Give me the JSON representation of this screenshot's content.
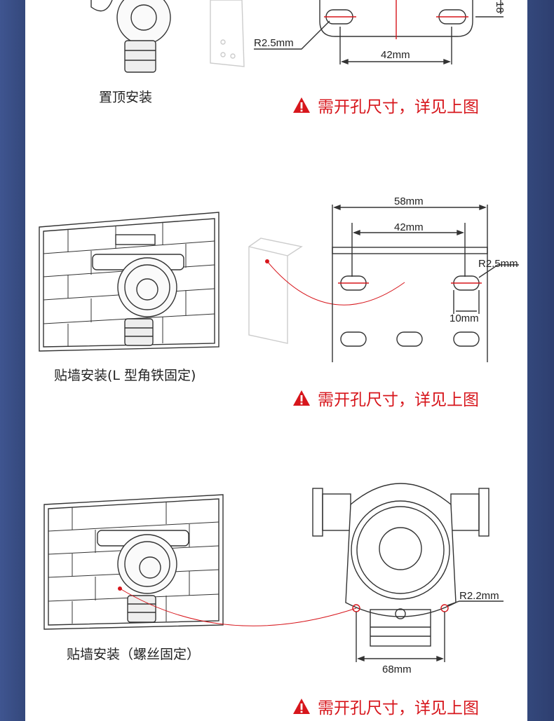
{
  "sections": [
    {
      "caption": "置顶安装",
      "dimensions": {
        "radius": "R2.5mm",
        "spacing": "42mm",
        "height_partial": "18"
      },
      "warning": "需开孔尺寸，详见上图"
    },
    {
      "caption": "贴墙安装(L 型角铁固定)",
      "dimensions": {
        "width": "58mm",
        "spacing": "42mm",
        "radius": "R2.5mm",
        "slot": "10mm"
      },
      "warning": "需开孔尺寸，详见上图"
    },
    {
      "caption": "贴墙安装（螺丝固定）",
      "dimensions": {
        "radius": "R2.2mm",
        "spacing": "68mm"
      },
      "warning": "需开孔尺寸，详见上图"
    }
  ],
  "colors": {
    "accent_red": "#d7161c",
    "side_blue": "#34487c"
  },
  "icons": [
    "warning-triangle-icon"
  ]
}
